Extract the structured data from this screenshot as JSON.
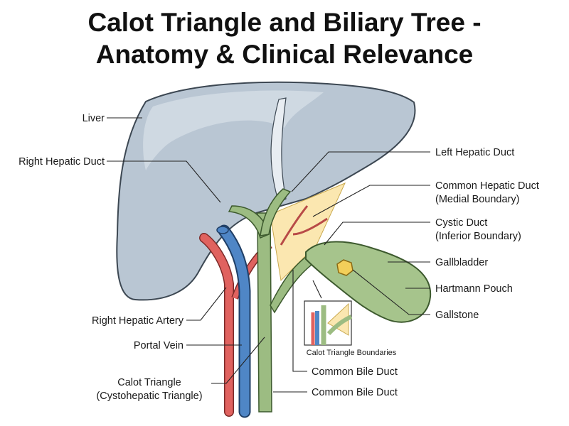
{
  "title": {
    "line1": "Calot Triangle and Biliary Tree -",
    "line2": "Anatomy & Clinical Relevance"
  },
  "labels": {
    "liver": "Liver",
    "right_hepatic_duct": "Right Hepatic Duct",
    "left_hepatic_duct": "Left Hepatic Duct",
    "common_hepatic_duct": "Common Hepatic Duct",
    "common_hepatic_duct_note": "(Medial Boundary)",
    "cystic_duct": "Cystic Duct",
    "cystic_duct_note": "(Inferior Boundary)",
    "gallbladder": "Gallbladder",
    "hartmann_pouch": "Hartmann Pouch",
    "gallstone": "Gallstone",
    "right_hepatic_artery": "Right Hepatic Artery",
    "portal_vein": "Portal Vein",
    "calot_triangle": "Calot Triangle",
    "calot_triangle_note": "(Cystohepatic Triangle)",
    "inset_caption": "Calot Triangle Boundaries",
    "common_bile_duct_1": "Common Bile Duct",
    "common_bile_duct_2": "Common Bile Duct"
  },
  "colors": {
    "liver": "#b9c6d3",
    "liver_outline": "#3c4752",
    "bile_duct": "#9cbc82",
    "gallbladder": "#a6c48c",
    "artery": "#e0625f",
    "vein": "#4f86c6",
    "triangle": "#fbe7b0",
    "gallstone": "#f3cf5a"
  }
}
